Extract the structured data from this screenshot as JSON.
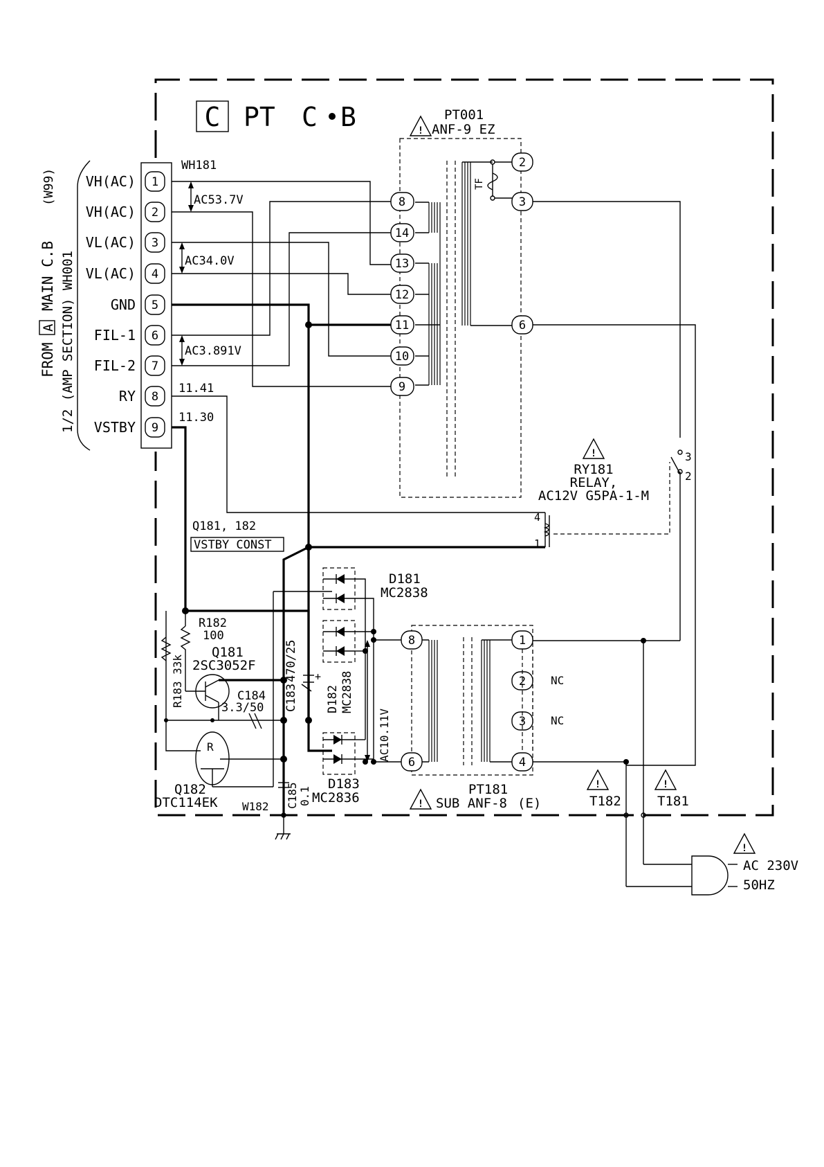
{
  "board": {
    "letter": "C",
    "name_part1": "PT",
    "name_part2": "C",
    "name_part3": "B"
  },
  "side_label": {
    "line1": "FROM A MAIN C.B",
    "line1_prefix": "FROM",
    "line1_boxed": "A",
    "line1_suffix": "MAIN C.B",
    "line1_tag": "(W99)",
    "line2": "1/2 (AMP SECTION) WH001"
  },
  "connector": {
    "ref": "WH181",
    "pins": [
      {
        "num": "1",
        "label": "VH(AC)"
      },
      {
        "num": "2",
        "label": "VH(AC)"
      },
      {
        "num": "3",
        "label": "VL(AC)"
      },
      {
        "num": "4",
        "label": "VL(AC)"
      },
      {
        "num": "5",
        "label": "GND"
      },
      {
        "num": "6",
        "label": "FIL-1"
      },
      {
        "num": "7",
        "label": "FIL-2"
      },
      {
        "num": "8",
        "label": "RY"
      },
      {
        "num": "9",
        "label": "VSTBY"
      }
    ],
    "voltages": {
      "vh": "AC53.7V",
      "vl": "AC34.0V",
      "fil": "AC3.891V",
      "ry": "11.41",
      "vstby": "11.30"
    }
  },
  "pt001": {
    "ref": "PT001",
    "part": "ANF-9 EZ",
    "tf_label": "TF",
    "secondary_pins": [
      "8",
      "14",
      "13",
      "12",
      "11",
      "10",
      "9"
    ],
    "primary_pins": [
      "2",
      "3",
      "6"
    ]
  },
  "relay": {
    "ref": "RY181",
    "type": "RELAY,",
    "spec": "AC12V G5PA-1-M",
    "coil_pins": [
      "4",
      "1"
    ],
    "contact_pins": [
      "3",
      "2"
    ]
  },
  "regulator": {
    "refs": "Q181, 182",
    "function": "VSTBY CONST"
  },
  "components": {
    "r182": {
      "ref": "R182",
      "value": "100"
    },
    "q181": {
      "ref": "Q181",
      "part": "2SC3052F"
    },
    "r183": {
      "ref": "R183",
      "value": "33k"
    },
    "c184": {
      "ref": "C184",
      "value": "3.3/50"
    },
    "c183": {
      "ref": "C183",
      "value": "470/25"
    },
    "d182": {
      "ref": "D182",
      "part": "MC2838"
    },
    "d181": {
      "ref": "D181",
      "part": "MC2838"
    },
    "d183": {
      "ref": "D183",
      "part": "MC2836"
    },
    "q182": {
      "ref": "Q182",
      "part": "DTC114EK",
      "symbol": "R"
    },
    "c185": {
      "ref": "C185",
      "value": "0.1"
    },
    "w182": {
      "ref": "W182"
    }
  },
  "pt181": {
    "ref": "PT181",
    "part": "SUB ANF-8",
    "variant": "(E)",
    "secondary_voltage": "AC10.11V",
    "secondary_pins": [
      "8",
      "6"
    ],
    "primary_pins": [
      "1",
      "2",
      "3",
      "4"
    ],
    "nc_label": "NC"
  },
  "mains": {
    "t182": "T182",
    "t181": "T181",
    "voltage": "AC 230V",
    "frequency": "50HZ"
  },
  "warning_symbol": "!"
}
